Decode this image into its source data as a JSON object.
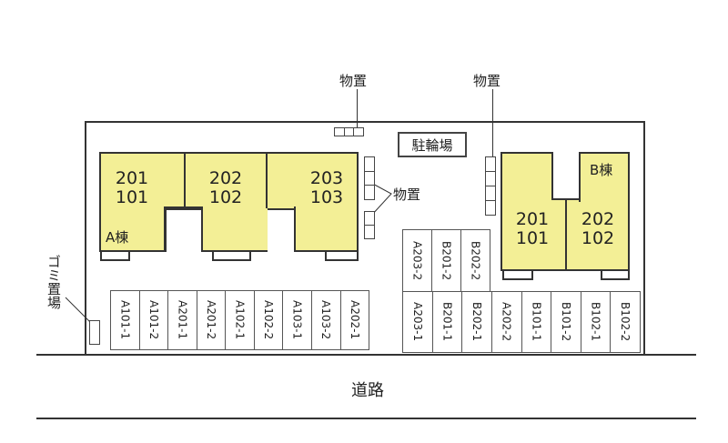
{
  "labels": {
    "storage": "物置",
    "bicycle_parking": "駐輪場",
    "garbage": "ゴミ置場",
    "road": "道路"
  },
  "building_a": {
    "name": "A棟",
    "units": [
      {
        "upper": "201",
        "lower": "101"
      },
      {
        "upper": "202",
        "lower": "102"
      },
      {
        "upper": "203",
        "lower": "103"
      }
    ]
  },
  "building_b": {
    "name": "B棟",
    "units": [
      {
        "upper": "201",
        "lower": "101"
      },
      {
        "upper": "202",
        "lower": "102"
      }
    ]
  },
  "parking_a": [
    "A101-1",
    "A101-2",
    "A201-1",
    "A201-2",
    "A102-1",
    "A102-2",
    "A103-1",
    "A103-2",
    "A202-1"
  ],
  "parking_b_upper": [
    "A203-2",
    "B201-2",
    "B202-2"
  ],
  "parking_b_lower": [
    "A203-1",
    "B201-1",
    "B202-1",
    "A202-2",
    "B101-1",
    "B101-2",
    "B102-1",
    "B102-2"
  ]
}
